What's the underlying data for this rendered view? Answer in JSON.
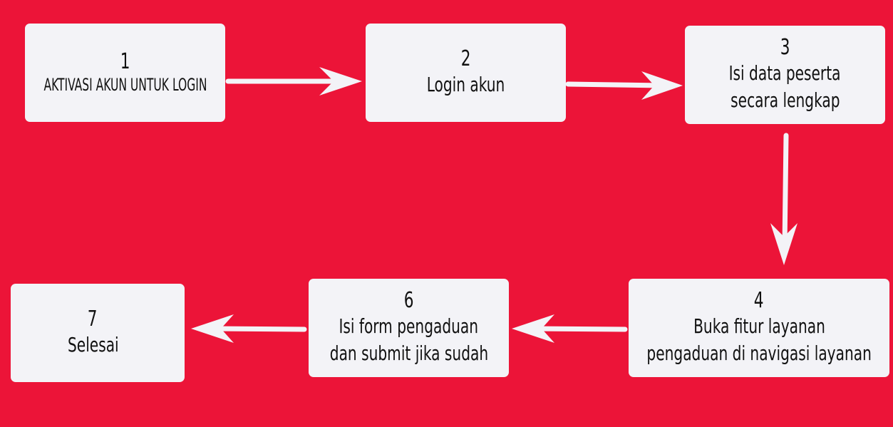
{
  "page": {
    "background_color": "#ec1438",
    "box_color": "#f3f3f7",
    "arrow_color": "#f3f3f7",
    "text_color": "#111111"
  },
  "steps": [
    {
      "number": "1",
      "lines": [
        "AKTIVASI AKUN UNTUK LOGIN"
      ]
    },
    {
      "number": "2",
      "lines": [
        "Login akun"
      ]
    },
    {
      "number": "3",
      "lines": [
        "Isi data peserta",
        "secara lengkap"
      ]
    },
    {
      "number": "4",
      "lines": [
        "Buka fitur layanan",
        "pengaduan di navigasi layanan"
      ]
    },
    {
      "number": "6",
      "lines": [
        "Isi form pengaduan",
        "dan submit jika sudah"
      ]
    },
    {
      "number": "7",
      "lines": [
        "Selesai"
      ]
    }
  ]
}
